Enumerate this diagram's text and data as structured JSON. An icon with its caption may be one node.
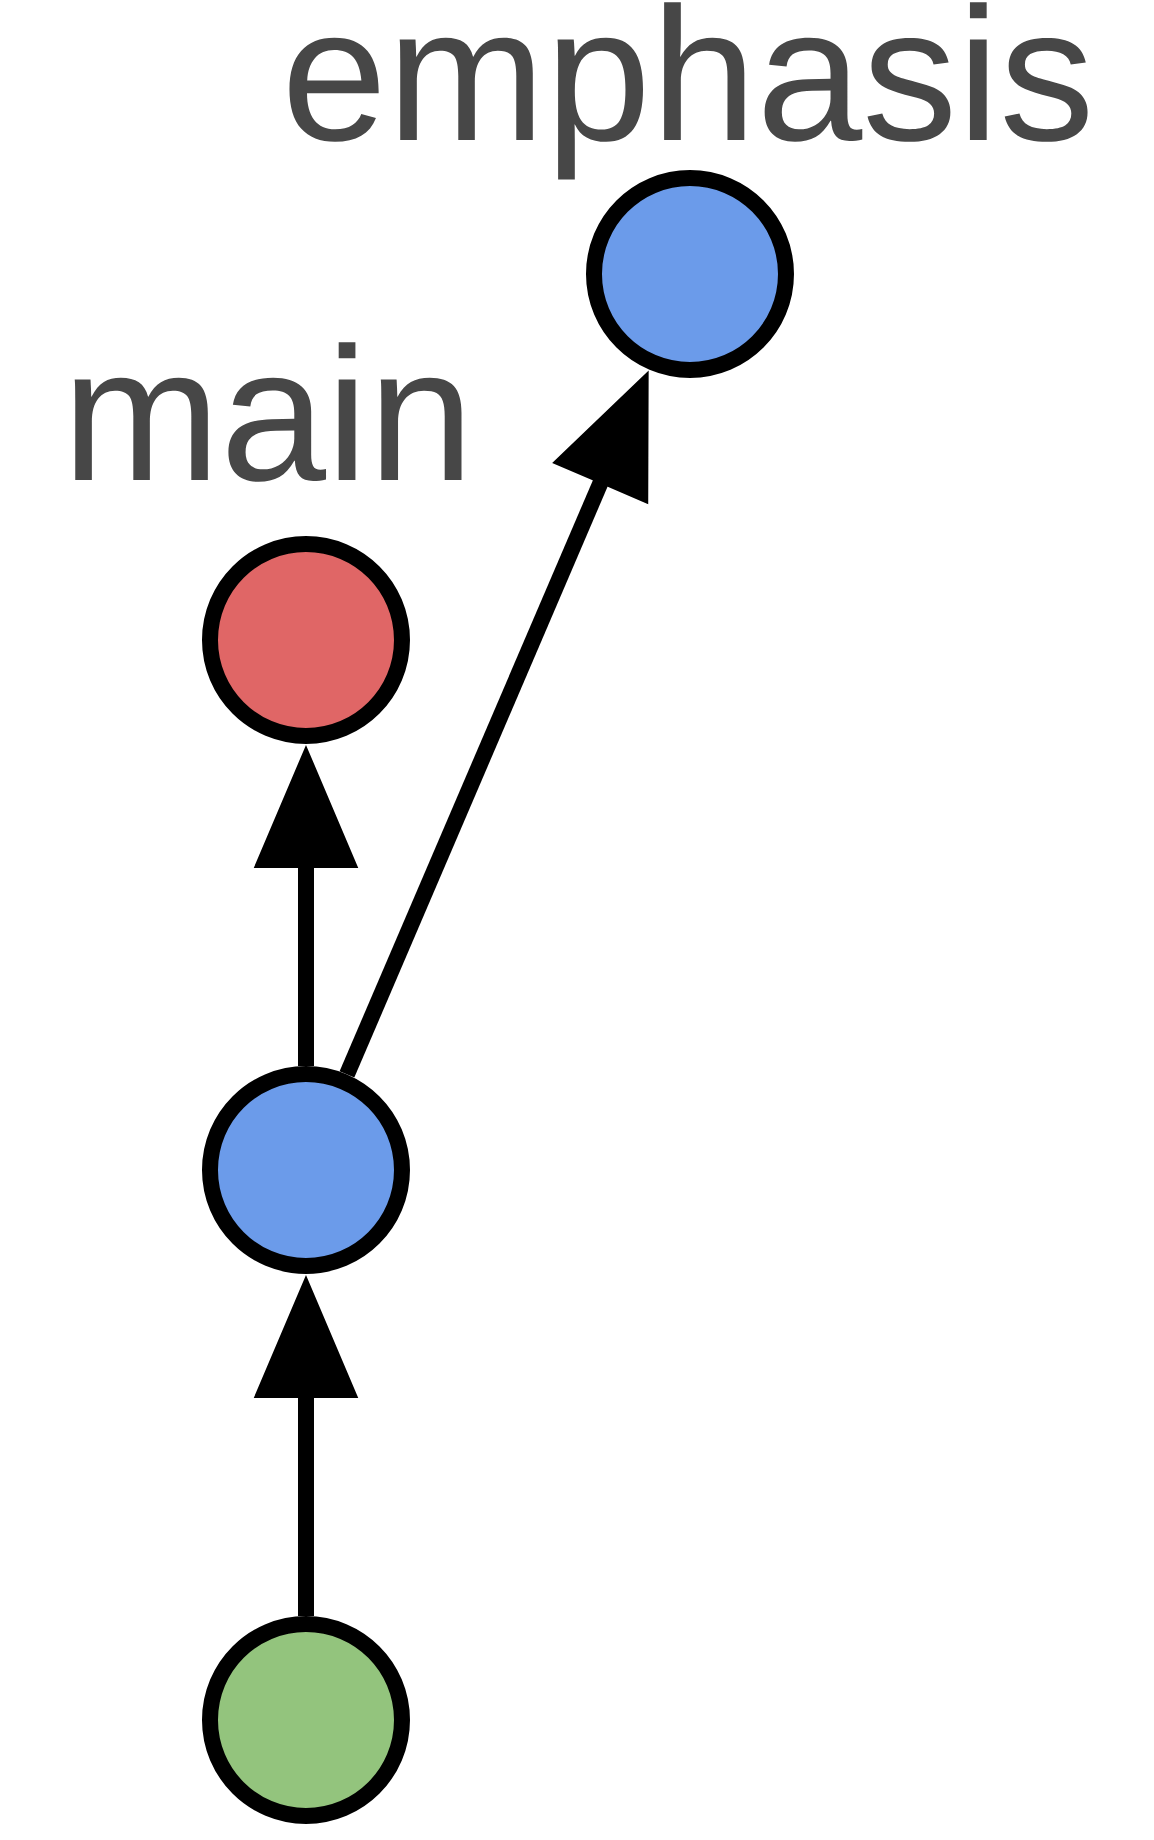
{
  "diagram": {
    "nodes": [
      {
        "text": [],
        "shape": "circle",
        "beside": [
          "emphasis"
        ]
      },
      {
        "text": [],
        "shape": "circle",
        "beside": [
          "main"
        ]
      },
      {
        "text": [],
        "shape": "circle"
      },
      {
        "text": [],
        "shape": "circle"
      }
    ],
    "edges": [
      {
        "from": 3,
        "to": 2,
        "arrow": "to"
      },
      {
        "from": 2,
        "to": 1,
        "arrow": "to"
      },
      {
        "from": 2,
        "to": 0,
        "arrow": "to"
      }
    ]
  }
}
